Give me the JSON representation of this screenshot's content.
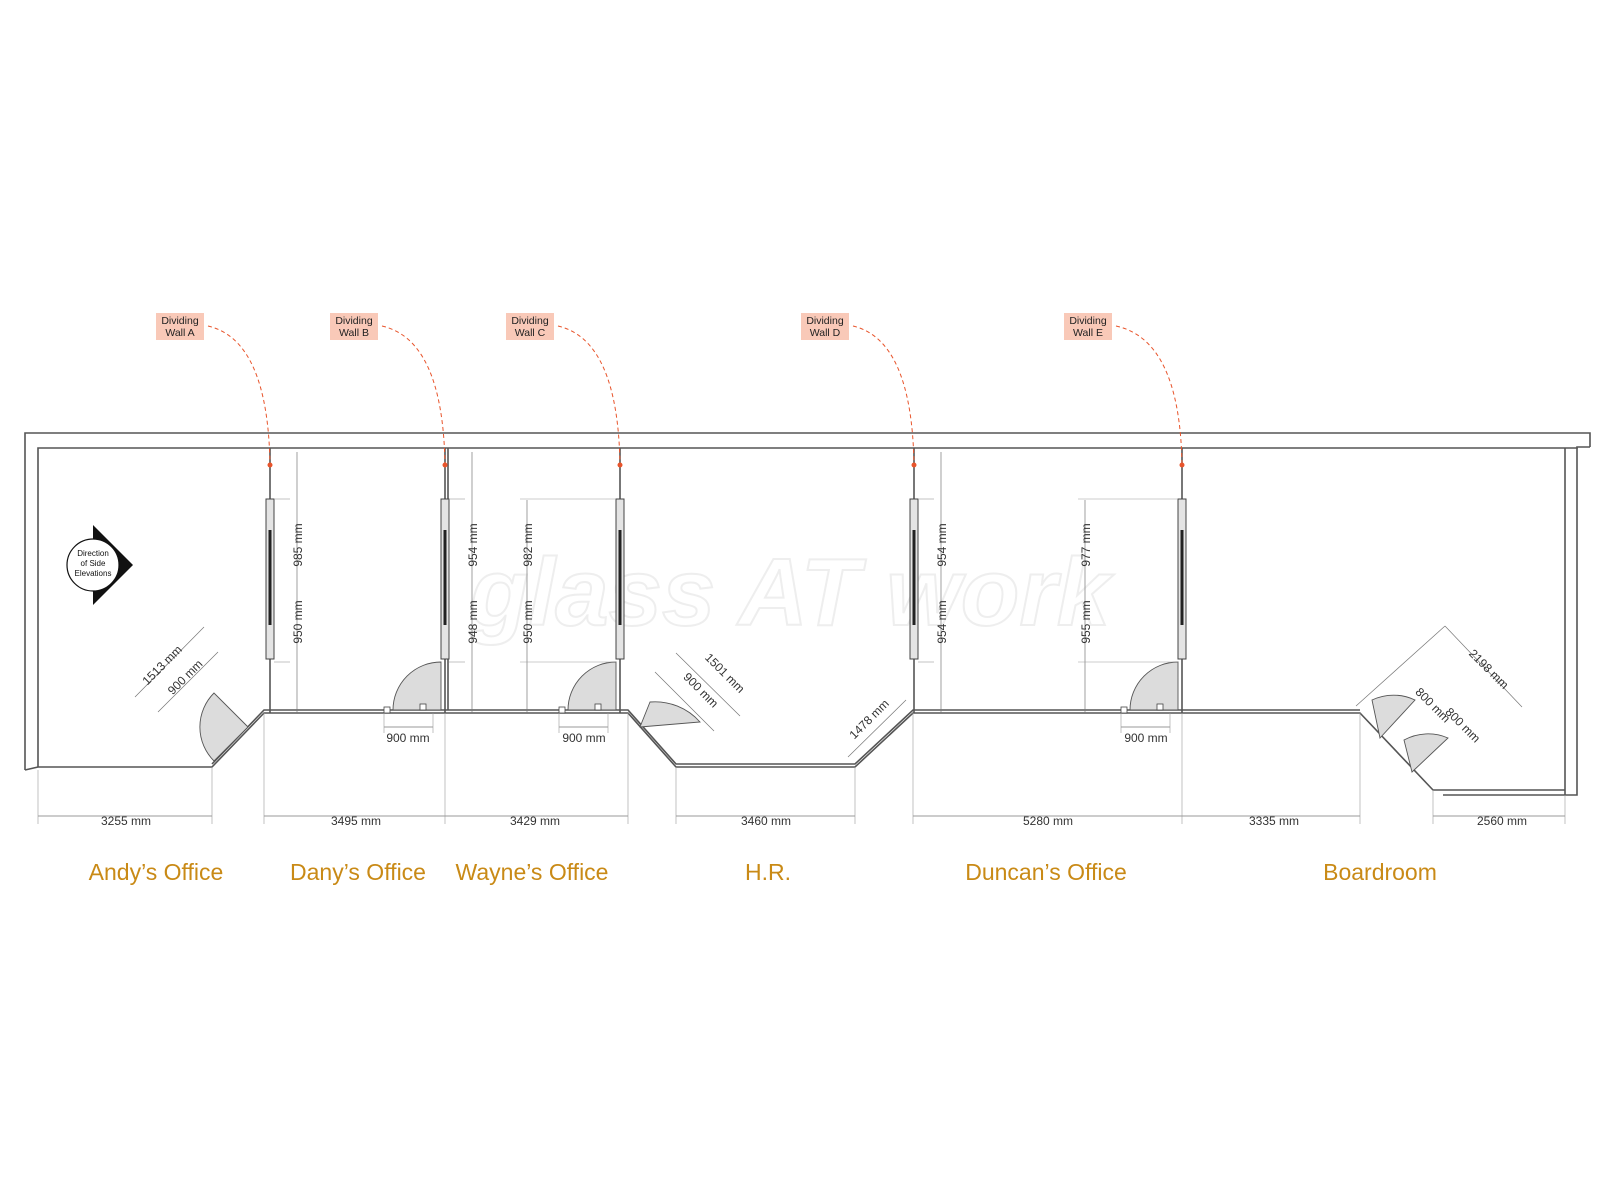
{
  "watermark": "glass AT work",
  "direction_label": [
    "Direction",
    "of Side",
    "Elevations"
  ],
  "dividing_walls": [
    {
      "line1": "Dividing",
      "line2": "Wall A"
    },
    {
      "line1": "Dividing",
      "line2": "Wall B"
    },
    {
      "line1": "Dividing",
      "line2": "Wall C"
    },
    {
      "line1": "Dividing",
      "line2": "Wall D"
    },
    {
      "line1": "Dividing",
      "line2": "Wall E"
    }
  ],
  "width_dimensions": [
    "3255 mm",
    "3495 mm",
    "3429 mm",
    "3460 mm",
    "5280 mm",
    "3335 mm",
    "2560 mm"
  ],
  "depth_dimensions": [
    "985 mm",
    "950 mm",
    "954 mm",
    "948 mm",
    "982 mm",
    "950 mm",
    "954 mm",
    "954 mm",
    "977 mm",
    "955 mm"
  ],
  "door_dimensions": [
    "900 mm",
    "900 mm",
    "900 mm"
  ],
  "angled_dimensions": [
    "1513 mm",
    "900 mm",
    "1501 mm",
    "900 mm",
    "1478 mm",
    "2198 mm",
    "800 mm",
    "800 mm"
  ],
  "rooms": [
    "Andy’s Office",
    "Dany’s Office",
    "Wayne’s Office",
    "H.R.",
    "Duncan’s Office",
    "Boardroom"
  ],
  "colors": {
    "room_label": "#c98a16",
    "callout_fill": "#f9c9b8",
    "leader": "#e8542b",
    "door_fill": "#dcdcdc"
  }
}
